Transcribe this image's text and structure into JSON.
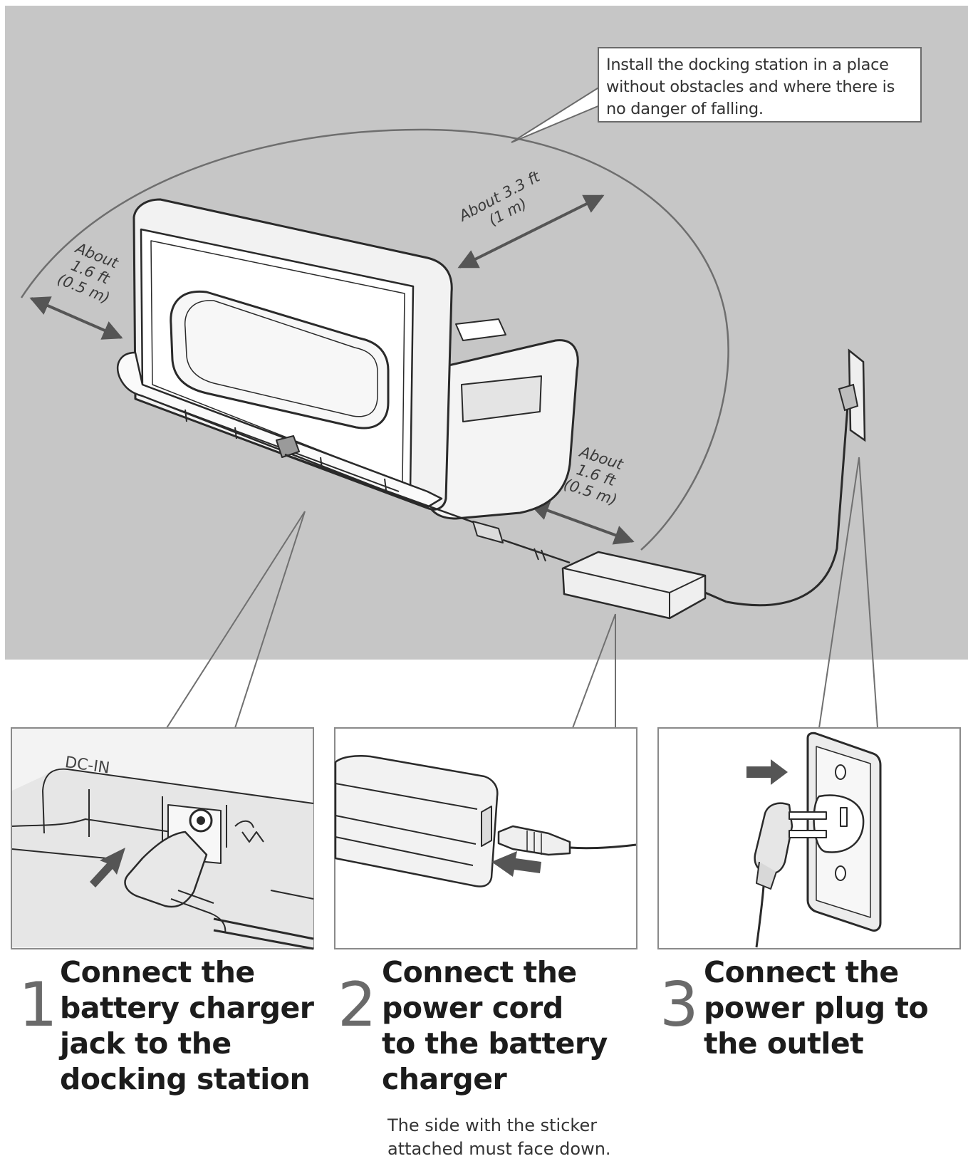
{
  "callout": {
    "lines": [
      "Install the docking station in a place",
      "without obstacles and where there is",
      "no danger of falling."
    ]
  },
  "dimensions": {
    "left": [
      "About",
      "1.6 ft",
      "(0.5 m)"
    ],
    "top": [
      "About 3.3 ft",
      "(1 m)"
    ],
    "right": [
      "About",
      "1.6 ft",
      "(0.5 m)"
    ]
  },
  "panel1": {
    "port_label": "DC-IN"
  },
  "steps": [
    {
      "number": "1",
      "lines": [
        "Connect the",
        "battery charger",
        "jack to the",
        "docking station"
      ]
    },
    {
      "number": "2",
      "lines": [
        "Connect the",
        "power cord",
        "to the battery",
        "charger"
      ]
    },
    {
      "number": "3",
      "lines": [
        "Connect the",
        "power plug to",
        "the outlet"
      ]
    }
  ],
  "note": {
    "lines": [
      "The side with the sticker",
      "attached must face down."
    ]
  },
  "colors": {
    "scene_background": "#c6c6c6",
    "line_art": "#2a2a2a",
    "step_number": "#6a6a6a"
  },
  "icons": [
    "docking-station-illustration",
    "charger-adapter-illustration",
    "wall-outlet-illustration",
    "direction-arrow-icon"
  ]
}
